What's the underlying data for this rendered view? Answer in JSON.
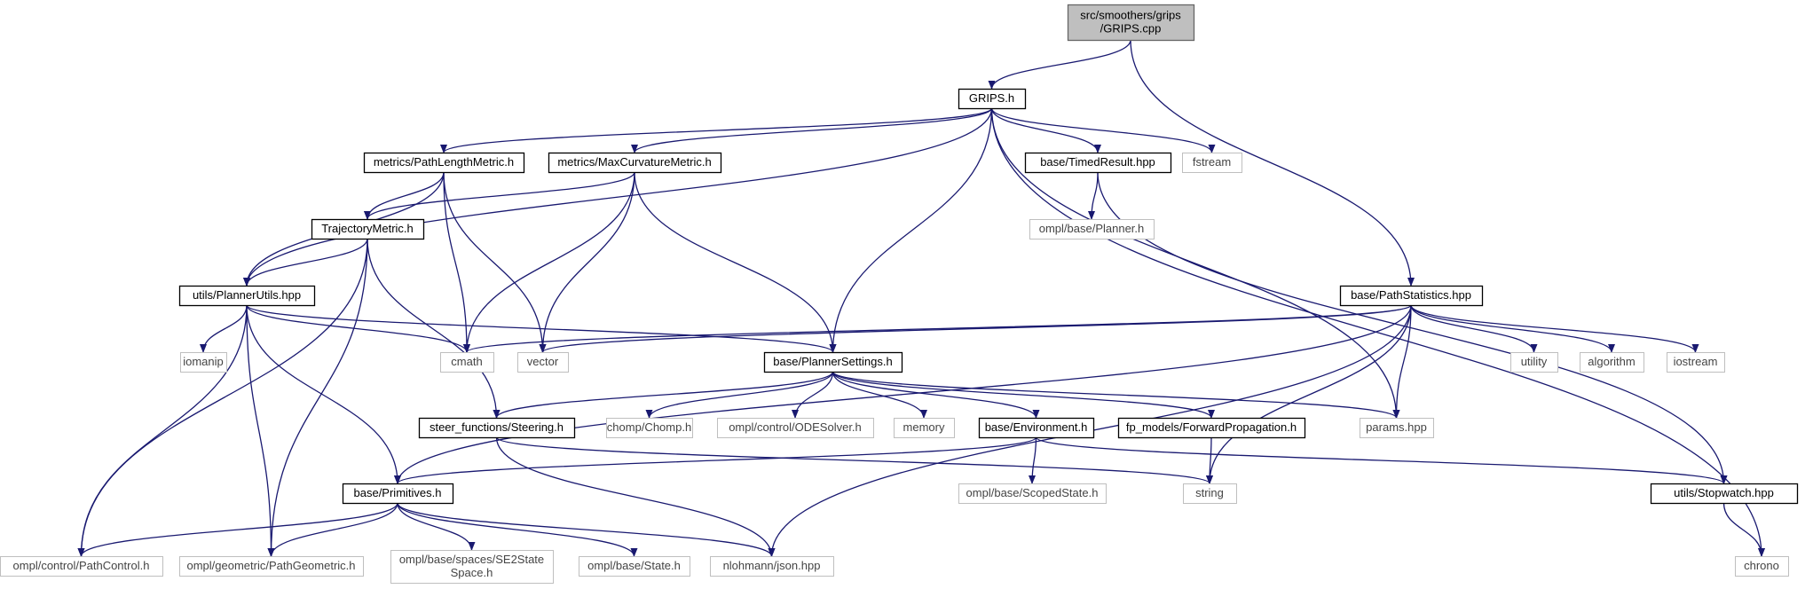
{
  "graph": {
    "nodes": [
      {
        "id": "gripscpp",
        "lines": [
          "src/smoothers/grips",
          "/GRIPS.cpp"
        ],
        "kind": "root"
      },
      {
        "id": "gripsh",
        "lines": [
          "GRIPS.h"
        ],
        "kind": "doc"
      },
      {
        "id": "pathlength",
        "lines": [
          "metrics/PathLengthMetric.h"
        ],
        "kind": "doc"
      },
      {
        "id": "maxcurv",
        "lines": [
          "metrics/MaxCurvatureMetric.h"
        ],
        "kind": "doc"
      },
      {
        "id": "timedresult",
        "lines": [
          "base/TimedResult.hpp"
        ],
        "kind": "doc"
      },
      {
        "id": "fstream",
        "lines": [
          "fstream"
        ],
        "kind": "ext"
      },
      {
        "id": "trajmetric",
        "lines": [
          "TrajectoryMetric.h"
        ],
        "kind": "doc"
      },
      {
        "id": "plannerh",
        "lines": [
          "ompl/base/Planner.h"
        ],
        "kind": "ext"
      },
      {
        "id": "pathstats",
        "lines": [
          "base/PathStatistics.hpp"
        ],
        "kind": "doc"
      },
      {
        "id": "plannerutils",
        "lines": [
          "utils/PlannerUtils.hpp"
        ],
        "kind": "doc"
      },
      {
        "id": "iomanip",
        "lines": [
          "iomanip"
        ],
        "kind": "ext"
      },
      {
        "id": "cmath",
        "lines": [
          "cmath"
        ],
        "kind": "ext"
      },
      {
        "id": "vector",
        "lines": [
          "vector"
        ],
        "kind": "ext"
      },
      {
        "id": "plannersettings",
        "lines": [
          "base/PlannerSettings.h"
        ],
        "kind": "doc"
      },
      {
        "id": "utility",
        "lines": [
          "utility"
        ],
        "kind": "ext"
      },
      {
        "id": "algorithm",
        "lines": [
          "algorithm"
        ],
        "kind": "ext"
      },
      {
        "id": "iostream",
        "lines": [
          "iostream"
        ],
        "kind": "ext"
      },
      {
        "id": "steering",
        "lines": [
          "steer_functions/Steering.h"
        ],
        "kind": "doc"
      },
      {
        "id": "chomp",
        "lines": [
          "chomp/Chomp.h"
        ],
        "kind": "ext"
      },
      {
        "id": "odesolver",
        "lines": [
          "ompl/control/ODESolver.h"
        ],
        "kind": "ext"
      },
      {
        "id": "memory",
        "lines": [
          "memory"
        ],
        "kind": "ext"
      },
      {
        "id": "environment",
        "lines": [
          "base/Environment.h"
        ],
        "kind": "doc"
      },
      {
        "id": "forwardprop",
        "lines": [
          "fp_models/ForwardPropagation.h"
        ],
        "kind": "doc"
      },
      {
        "id": "params",
        "lines": [
          "params.hpp"
        ],
        "kind": "ext"
      },
      {
        "id": "primitives",
        "lines": [
          "base/Primitives.h"
        ],
        "kind": "doc"
      },
      {
        "id": "scopedstate",
        "lines": [
          "ompl/base/ScopedState.h"
        ],
        "kind": "ext"
      },
      {
        "id": "string",
        "lines": [
          "string"
        ],
        "kind": "ext"
      },
      {
        "id": "stopwatch",
        "lines": [
          "utils/Stopwatch.hpp"
        ],
        "kind": "doc"
      },
      {
        "id": "pathcontrol",
        "lines": [
          "ompl/control/PathControl.h"
        ],
        "kind": "ext"
      },
      {
        "id": "pathgeometric",
        "lines": [
          "ompl/geometric/PathGeometric.h"
        ],
        "kind": "ext"
      },
      {
        "id": "se2state",
        "lines": [
          "ompl/base/spaces/SE2State",
          "Space.h"
        ],
        "kind": "ext"
      },
      {
        "id": "stateh",
        "lines": [
          "ompl/base/State.h"
        ],
        "kind": "ext"
      },
      {
        "id": "json",
        "lines": [
          "nlohmann/json.hpp"
        ],
        "kind": "ext"
      },
      {
        "id": "chrono",
        "lines": [
          "chrono"
        ],
        "kind": "ext"
      }
    ],
    "edges": [
      [
        "gripscpp",
        "gripsh"
      ],
      [
        "gripscpp",
        "pathstats"
      ],
      [
        "gripsh",
        "plannerutils"
      ],
      [
        "gripsh",
        "pathlength"
      ],
      [
        "gripsh",
        "maxcurv"
      ],
      [
        "gripsh",
        "timedresult"
      ],
      [
        "gripsh",
        "fstream"
      ],
      [
        "gripsh",
        "plannersettings"
      ],
      [
        "gripsh",
        "params"
      ],
      [
        "gripsh",
        "chrono"
      ],
      [
        "pathlength",
        "trajmetric"
      ],
      [
        "pathlength",
        "plannerutils"
      ],
      [
        "pathlength",
        "cmath"
      ],
      [
        "pathlength",
        "vector"
      ],
      [
        "maxcurv",
        "trajmetric"
      ],
      [
        "maxcurv",
        "cmath"
      ],
      [
        "maxcurv",
        "vector"
      ],
      [
        "maxcurv",
        "plannersettings"
      ],
      [
        "timedresult",
        "plannerh"
      ],
      [
        "timedresult",
        "stopwatch"
      ],
      [
        "trajmetric",
        "plannerutils"
      ],
      [
        "trajmetric",
        "pathcontrol"
      ],
      [
        "trajmetric",
        "pathgeometric"
      ],
      [
        "trajmetric",
        "steering"
      ],
      [
        "plannerutils",
        "iomanip"
      ],
      [
        "plannerutils",
        "cmath"
      ],
      [
        "plannerutils",
        "plannersettings"
      ],
      [
        "plannerutils",
        "pathcontrol"
      ],
      [
        "plannerutils",
        "pathgeometric"
      ],
      [
        "plannerutils",
        "primitives"
      ],
      [
        "pathstats",
        "cmath"
      ],
      [
        "pathstats",
        "vector"
      ],
      [
        "pathstats",
        "primitives"
      ],
      [
        "pathstats",
        "utility"
      ],
      [
        "pathstats",
        "algorithm"
      ],
      [
        "pathstats",
        "iostream"
      ],
      [
        "pathstats",
        "params"
      ],
      [
        "pathstats",
        "string"
      ],
      [
        "pathstats",
        "json"
      ],
      [
        "plannersettings",
        "steering"
      ],
      [
        "plannersettings",
        "chomp"
      ],
      [
        "plannersettings",
        "odesolver"
      ],
      [
        "plannersettings",
        "memory"
      ],
      [
        "plannersettings",
        "environment"
      ],
      [
        "plannersettings",
        "forwardprop"
      ],
      [
        "plannersettings",
        "params"
      ],
      [
        "steering",
        "json"
      ],
      [
        "steering",
        "string"
      ],
      [
        "environment",
        "primitives"
      ],
      [
        "environment",
        "scopedstate"
      ],
      [
        "environment",
        "stopwatch"
      ],
      [
        "forwardprop",
        "string"
      ],
      [
        "primitives",
        "pathcontrol"
      ],
      [
        "primitives",
        "pathgeometric"
      ],
      [
        "primitives",
        "se2state"
      ],
      [
        "primitives",
        "stateh"
      ],
      [
        "primitives",
        "json"
      ],
      [
        "stopwatch",
        "chrono"
      ]
    ],
    "colors": {
      "edge": "#191970",
      "root_fill": "#bfbfbf",
      "ext_border": "#bfbfbf",
      "doc_border": "#000000"
    }
  }
}
